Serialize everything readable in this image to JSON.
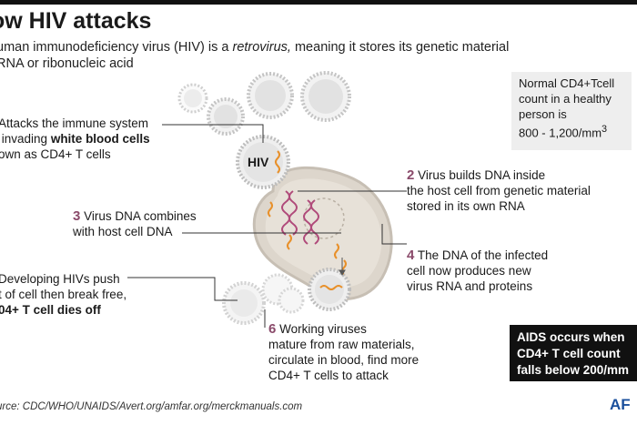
{
  "title": "ow HIV attacks",
  "subtitle_parts": {
    "pre": "uman immunodeficiency virus (HIV) is a ",
    "em": "retrovirus,",
    "post": " meaning it stores its genetic material",
    "line2": "RNA or ribonucleic acid"
  },
  "steps": {
    "s1": {
      "line1": "Attacks the immune system",
      "line2_pre": "invading ",
      "line2_bold": "white blood cells",
      "line3": "own as CD4+ T cells"
    },
    "s2": {
      "num": "2",
      "line1": "Virus builds DNA inside",
      "line2": "the host cell from genetic material",
      "line3": "stored in its own RNA"
    },
    "s3": {
      "num": "3",
      "line1": "Virus DNA combines",
      "line2": "with host cell DNA"
    },
    "s4": {
      "num": "4",
      "line1": "The DNA of the infected",
      "line2": "cell now produces new",
      "line3": "virus RNA and proteins"
    },
    "s5": {
      "line1": "Developing HIVs push",
      "line2": "t of cell then break free,",
      "line3_bold": "04+ T cell dies off"
    },
    "s6": {
      "num": "6",
      "line1": "Working viruses",
      "line2": "mature from raw materials,",
      "line3": "circulate in blood,  find more",
      "line4": "CD4+ T cells to attack"
    }
  },
  "hiv_label": "HIV",
  "infobox": {
    "line1": "Normal CD4+Tcell",
    "line2": "count in a healthy",
    "line3": "person is",
    "line4": "800 - 1,200/mm",
    "sup": "3"
  },
  "aidsbox": {
    "line1": "AIDS occurs when",
    "line2": "CD4+ T cell count",
    "line3": "falls below 200/mm"
  },
  "source": "urce: CDC/WHO/UNAIDS/Avert.org/amfar.org/merckmanuals.com",
  "logo_text": "AF",
  "colors": {
    "accent": "#8a4a6a",
    "cell": "#ddd6cc",
    "virus": "#d9d9d9",
    "rna": "#e8902a",
    "dna": "#b04a7a"
  }
}
